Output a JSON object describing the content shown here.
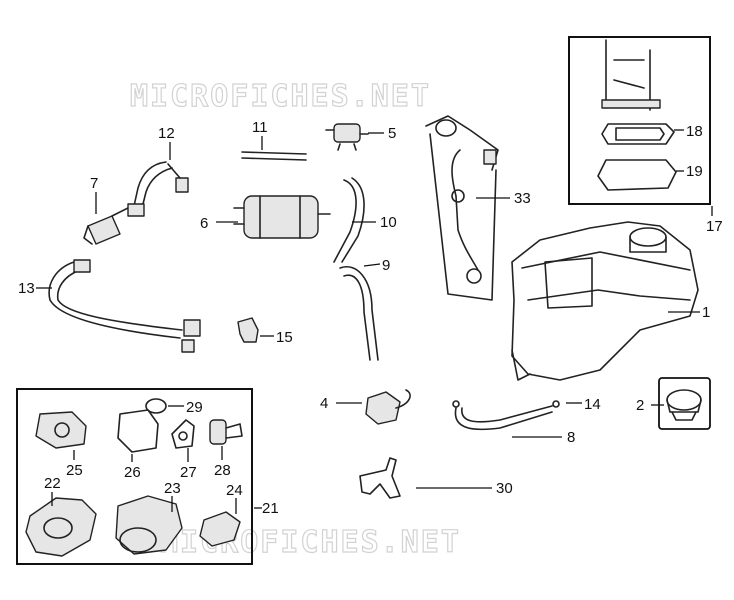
{
  "watermark": "MICROFICHES.NET",
  "callouts": {
    "c1": "1",
    "c2": "2",
    "c4": "4",
    "c5": "5",
    "c6": "6",
    "c7": "7",
    "c8": "8",
    "c9": "9",
    "c10": "10",
    "c11": "11",
    "c12": "12",
    "c13": "13",
    "c14": "14",
    "c15": "15",
    "c17": "17",
    "c18": "18",
    "c19": "19",
    "c21": "21",
    "c22": "22",
    "c23": "23",
    "c24": "24",
    "c25": "25",
    "c26": "26",
    "c27": "27",
    "c28": "28",
    "c29": "29",
    "c30": "30",
    "c33": "33"
  }
}
